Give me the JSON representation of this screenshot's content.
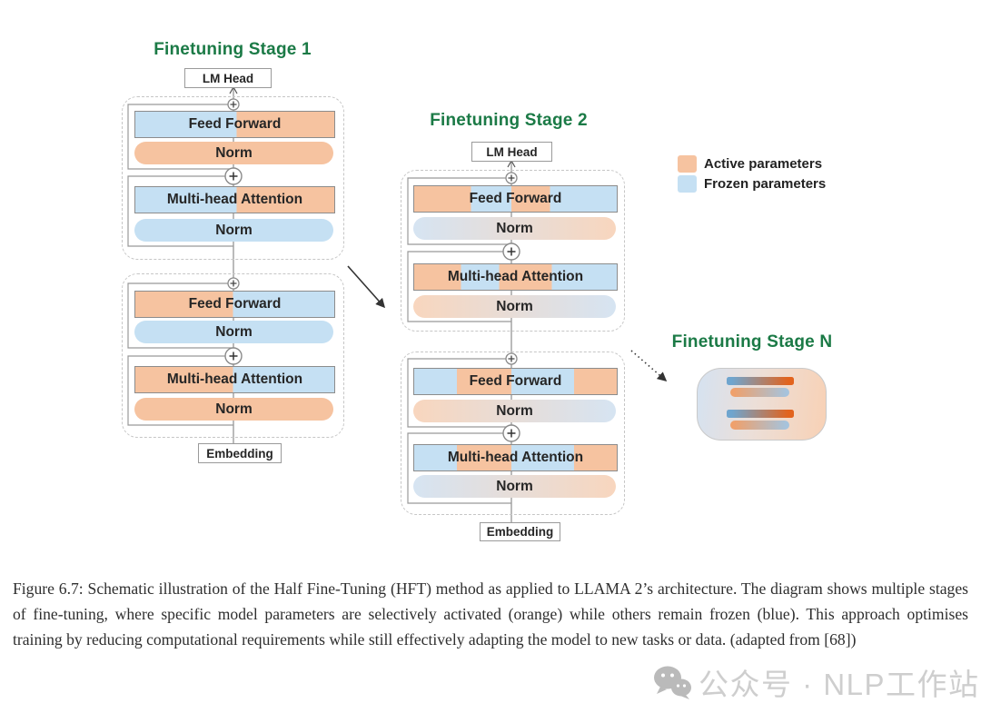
{
  "figure": {
    "stage1": {
      "title": "Finetuning Stage 1"
    },
    "stage2": {
      "title": "Finetuning Stage 2"
    },
    "stageN": {
      "title": "Finetuning Stage N"
    },
    "io": {
      "lm_head": "LM Head",
      "embedding": "Embedding"
    },
    "rows": {
      "feed_forward": "Feed Forward",
      "norm": "Norm",
      "attention": "Multi-head Attention"
    },
    "legend": {
      "active": "Active parameters",
      "frozen": "Frozen parameters"
    }
  },
  "colors": {
    "active_orange": "#F6C3A0",
    "frozen_blue": "#C5E0F3",
    "norm_orange_light": "#F8D6BE",
    "norm_blue_light": "#D6E4F2",
    "title_green": "#1B7A46",
    "text_dark": "#262626",
    "box_border": "#8C8C8C",
    "dash_gray": "#C6C6C6",
    "line_gray": "#969696",
    "stage_n_left": "#D5E2F1",
    "stage_n_right": "#F8D1B5",
    "bar_blue": "#6FA5CE",
    "bar_orange": "#E2631D",
    "pill_orange": "#EFA06B",
    "pill_blue": "#A6C3DC",
    "caption_ink": "#2E2E2E",
    "watermark_gray": "#C2C2C2"
  },
  "caption": "Figure 6.7: Schematic illustration of the Half Fine-Tuning (HFT) method as applied to LLAMA 2’s architecture.  The diagram shows multiple stages of fine-tuning, where specific model parameters are selectively activated (orange) while others remain frozen (blue).  This approach optimises training by reducing computational requirements while still effectively adapting the model to new tasks or data. (adapted from [68])",
  "watermark": {
    "text": "公众号 · NLP工作站"
  }
}
